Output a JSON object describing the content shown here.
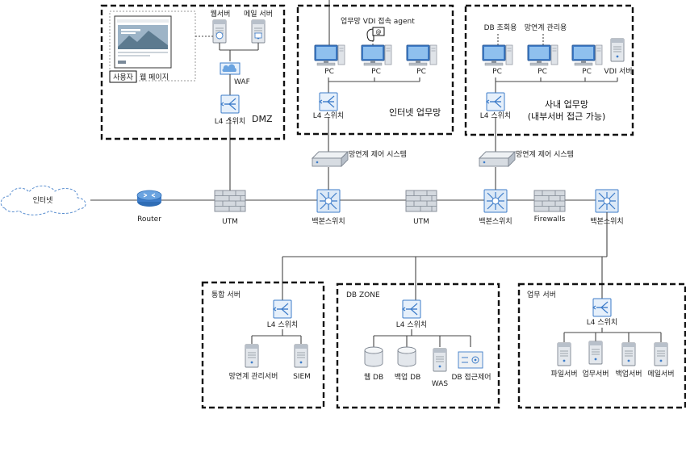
{
  "labels": {
    "internet": "인터넷",
    "router": "Router",
    "utm": "UTM",
    "backbone_switch": "백본스위치",
    "firewalls": "Firewalls",
    "gateway_system": "망연계 제어 시스템",
    "l4_switch": "L4 스위치",
    "pc": "PC"
  },
  "dmz": {
    "title": "DMZ",
    "web_server": "웹서버",
    "mail_server": "메일 서버",
    "waf": "WAF",
    "user": "사용자",
    "web_page": "웹 페이지"
  },
  "internet_work": {
    "title": "인터넷 업무망",
    "agent": "업무망 VDI 접속 agent"
  },
  "internal": {
    "title_line1": "사내 업무망",
    "title_line2": "(내부서버 접근 가능)",
    "db_query": "DB 조회용",
    "gateway_mgmt": "망연계 관리용",
    "vdi_server": "VDI 서버"
  },
  "integrated": {
    "title": "통합 서버",
    "gateway_mgmt_server": "망연계 관리서버",
    "siem": "SIEM"
  },
  "db_zone": {
    "title": "DB ZONE",
    "web_db": "웹 DB",
    "backup_db": "백업 DB",
    "was": "WAS",
    "db_access": "DB 접근제어"
  },
  "business": {
    "title": "업무 서버",
    "file_server": "파일서버",
    "work_server": "업무서버",
    "backup_server": "백업서버",
    "mail_server": "메일서버"
  },
  "colors": {
    "zone_border": "#111111",
    "device_blue": "#5b8fd0",
    "router_blue": "#2f6db5",
    "server_gray": "#d9dee5",
    "firewall_brick": "#c9cfd6"
  }
}
